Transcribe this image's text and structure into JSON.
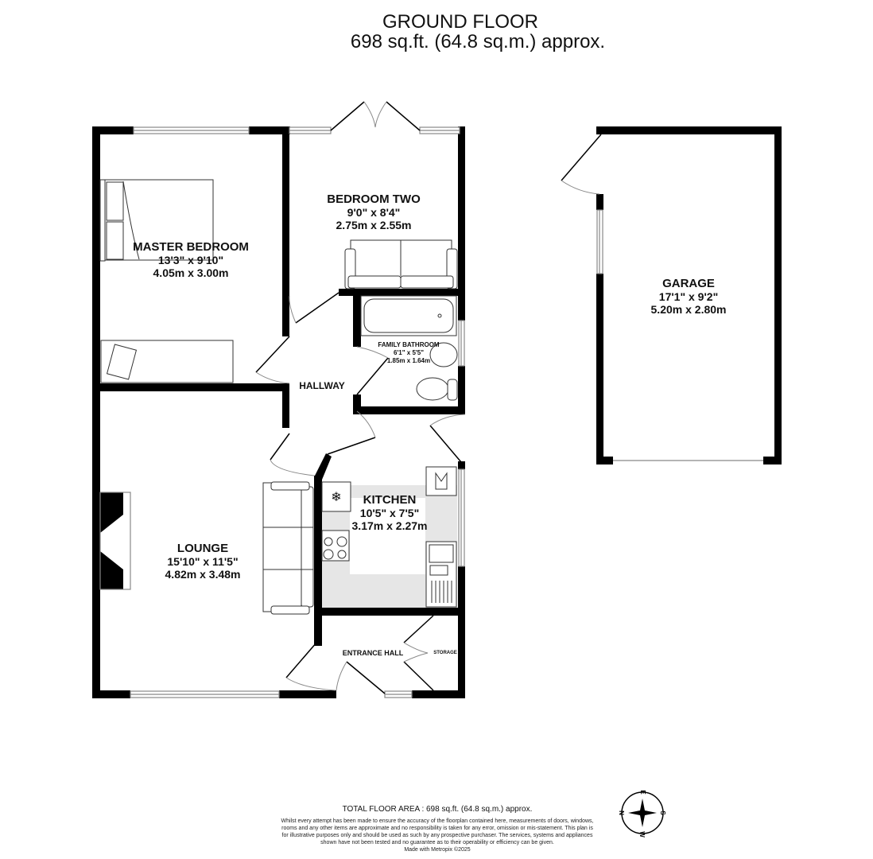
{
  "header": {
    "title": "GROUND FLOOR",
    "area": "698 sq.ft. (64.8 sq.m.) approx."
  },
  "rooms": {
    "master_bedroom": {
      "name": "MASTER BEDROOM",
      "imperial": "13'3\"  x 9'10\"",
      "metric": "4.05m  x 3.00m"
    },
    "bedroom_two": {
      "name": "BEDROOM TWO",
      "imperial": "9'0\"  x 8'4\"",
      "metric": "2.75m  x 2.55m"
    },
    "family_bathroom": {
      "name": "FAMILY BATHROOM",
      "imperial": "6'1\"  x 5'5\"",
      "metric": "1.85m  x 1.64m"
    },
    "hallway": {
      "name": "HALLWAY"
    },
    "kitchen": {
      "name": "KITCHEN",
      "imperial": "10'5\"  x 7'5\"",
      "metric": "3.17m  x 2.27m"
    },
    "lounge": {
      "name": "LOUNGE",
      "imperial": "15'10\"  x 11'5\"",
      "metric": "4.82m  x 3.48m"
    },
    "entrance_hall": {
      "name": "ENTRANCE HALL"
    },
    "storage": {
      "name": "STORAGE"
    },
    "garage": {
      "name": "GARAGE",
      "imperial": "17'1\"  x 9'2\"",
      "metric": "5.20m  x 2.80m"
    }
  },
  "footer": {
    "total_area": "TOTAL FLOOR AREA : 698 sq.ft. (64.8 sq.m.) approx.",
    "disclaimer": "Whilst every attempt has been made to ensure the accuracy of the floorplan contained here, measurements of doors, windows, rooms and any other items are approximate and no responsibility is taken for any error, omission or mis-statement. This plan is for illustrative purposes only and should be used as such by any prospective purchaser. The services, systems and appliances shown have not been tested and no guarantee as to their operability or efficiency can be given.",
    "made_with": "Made with Metropix ©2025"
  },
  "compass": {
    "n": "N",
    "e": "E",
    "s": "S",
    "w": "W"
  },
  "colors": {
    "wall": "#000000",
    "kitchen_floor": "#e6e6e6",
    "window": "#888888"
  }
}
